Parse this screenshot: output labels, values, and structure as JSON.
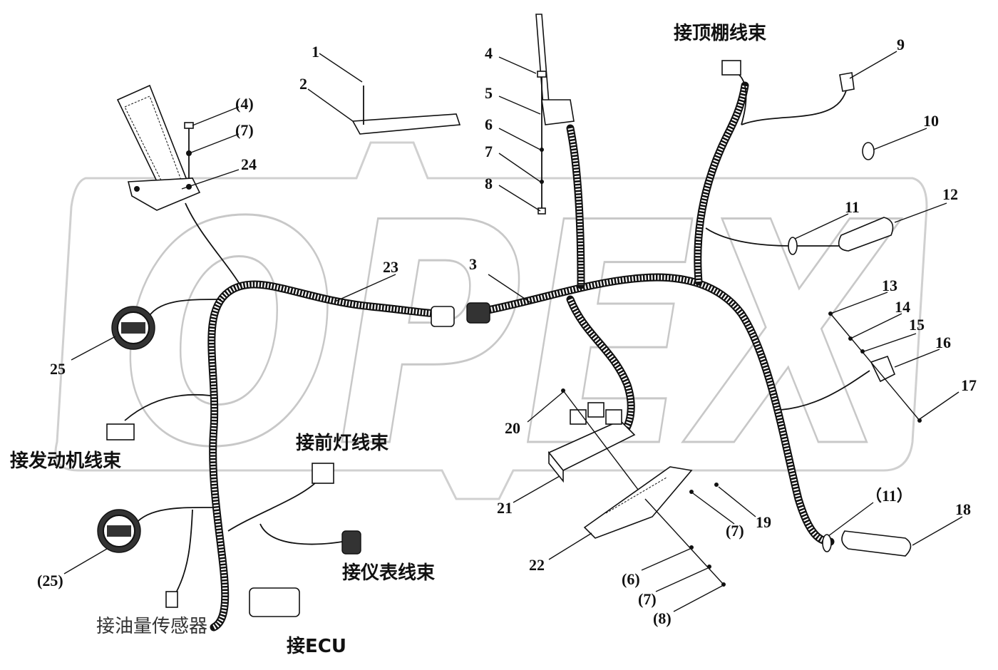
{
  "watermark": {
    "text": "OPEX"
  },
  "callouts": {
    "c1": "1",
    "c2": "2",
    "c3": "3",
    "c4": "4",
    "c5": "5",
    "c6": "6",
    "c7": "7",
    "c8": "8",
    "c9": "9",
    "c10": "10",
    "c11": "11",
    "c12": "12",
    "c13": "13",
    "c14": "14",
    "c15": "15",
    "c16": "16",
    "c17": "17",
    "c18": "18",
    "c19": "19",
    "c20": "20",
    "c21": "21",
    "c22": "22",
    "c23": "23",
    "c24": "24",
    "c25": "25",
    "p4": "(4)",
    "p7a": "(7)",
    "p7b": "(7)",
    "p6": "(6)",
    "p7c": "(7)",
    "p8": "(8)",
    "p11": "（11）",
    "p25": "(25)"
  },
  "labels": {
    "roof_harness": "接顶棚线束",
    "engine_harness": "接发动机线束",
    "headlight_harness": "接前灯线束",
    "instrument_harness": "接仪表线束",
    "fuel_sensor": "接油量传感器",
    "ecu": "接ECU"
  },
  "colors": {
    "line": "#111111",
    "watermark": "#c8c8c8",
    "background": "#ffffff"
  }
}
